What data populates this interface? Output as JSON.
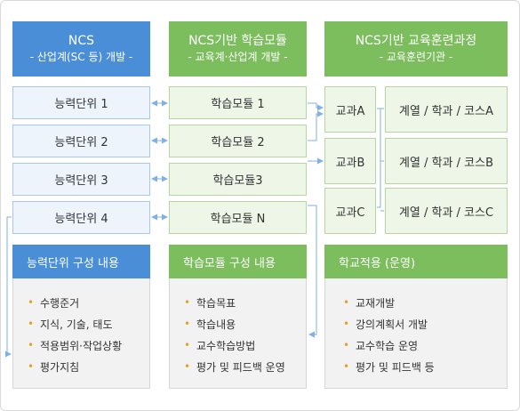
{
  "columns": [
    {
      "title": "NCS",
      "subtitle": "- 산업계(SC 등) 개발 -"
    },
    {
      "title": "NCS기반 학습모듈",
      "subtitle": "- 교육계·산업계 개발 -"
    },
    {
      "title": "NCS기반 교육훈련과정",
      "subtitle": "- 교육훈련기관 -"
    }
  ],
  "ability_units": [
    "능력단위 1",
    "능력단위 2",
    "능력단위 3",
    "능력단위 4"
  ],
  "learning_modules": [
    "학습모듈 1",
    "학습모듈 2",
    "학습모듈3",
    "학습모듈 N"
  ],
  "subjects": [
    "교과A",
    "교과B",
    "교과C"
  ],
  "tracks": [
    "계열 / 학과 / 코스A",
    "계열 / 학과 / 코스B",
    "계열 / 학과 / 코스C"
  ],
  "sections": [
    {
      "title": "능력단위 구성 내용",
      "items": [
        "수행준거",
        "지식, 기술, 태도",
        "적용범위·작업상황",
        "평가지침"
      ]
    },
    {
      "title": "학습모듈 구성 내용",
      "items": [
        "학습목표",
        "학습내용",
        "교수학습방법",
        "평가 및 피드백 운영"
      ]
    },
    {
      "title": "학교적용 (운영)",
      "items": [
        "교재개발",
        "강의계획서 개발",
        "교수학습 운영",
        "평가 및 피드백 등"
      ]
    }
  ],
  "colors": {
    "blue": "#4a8ed8",
    "green": "#7cbe5e",
    "arrow": "#7fb0e6",
    "bullet": "#e8a12a"
  }
}
